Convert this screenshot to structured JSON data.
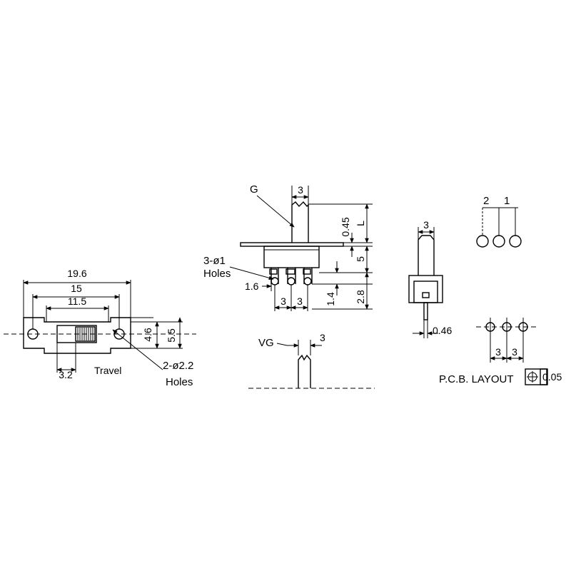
{
  "front_view": {
    "dim_overall_length": "19.6",
    "dim_hole_spacing": "15",
    "dim_body_length": "11.5",
    "dim_height_inner": "4.6",
    "dim_height_outer": "5.5",
    "dim_slider_offset": "3.2",
    "travel_label": "Travel",
    "mount_hole_callout": "2-ø2.2",
    "mount_hole_word": "Holes"
  },
  "side_view": {
    "label_g": "G",
    "dim_actuator_width": "3",
    "dim_plate_thickness": "0.45",
    "label_l": "L",
    "dim_body_height": "5",
    "pin_hole_callout": "3-ø1",
    "pin_hole_word": "Holes",
    "dim_pin_offset": "1.6",
    "dim_pitch_a": "3",
    "dim_pitch_b": "3",
    "dim_pin_stub": "1.4",
    "dim_pin_length": "2.8"
  },
  "vg_view": {
    "label_vg": "VG",
    "dim_width": "3"
  },
  "end_view": {
    "dim_actuator_width": "3",
    "dim_pin_thickness": "0.46"
  },
  "schematic": {
    "label_2": "2",
    "label_1": "1"
  },
  "pcb": {
    "dim_pitch_a": "3",
    "dim_pitch_b": "3",
    "title": "P.C.B. LAYOUT",
    "tolerance": "0.05"
  }
}
